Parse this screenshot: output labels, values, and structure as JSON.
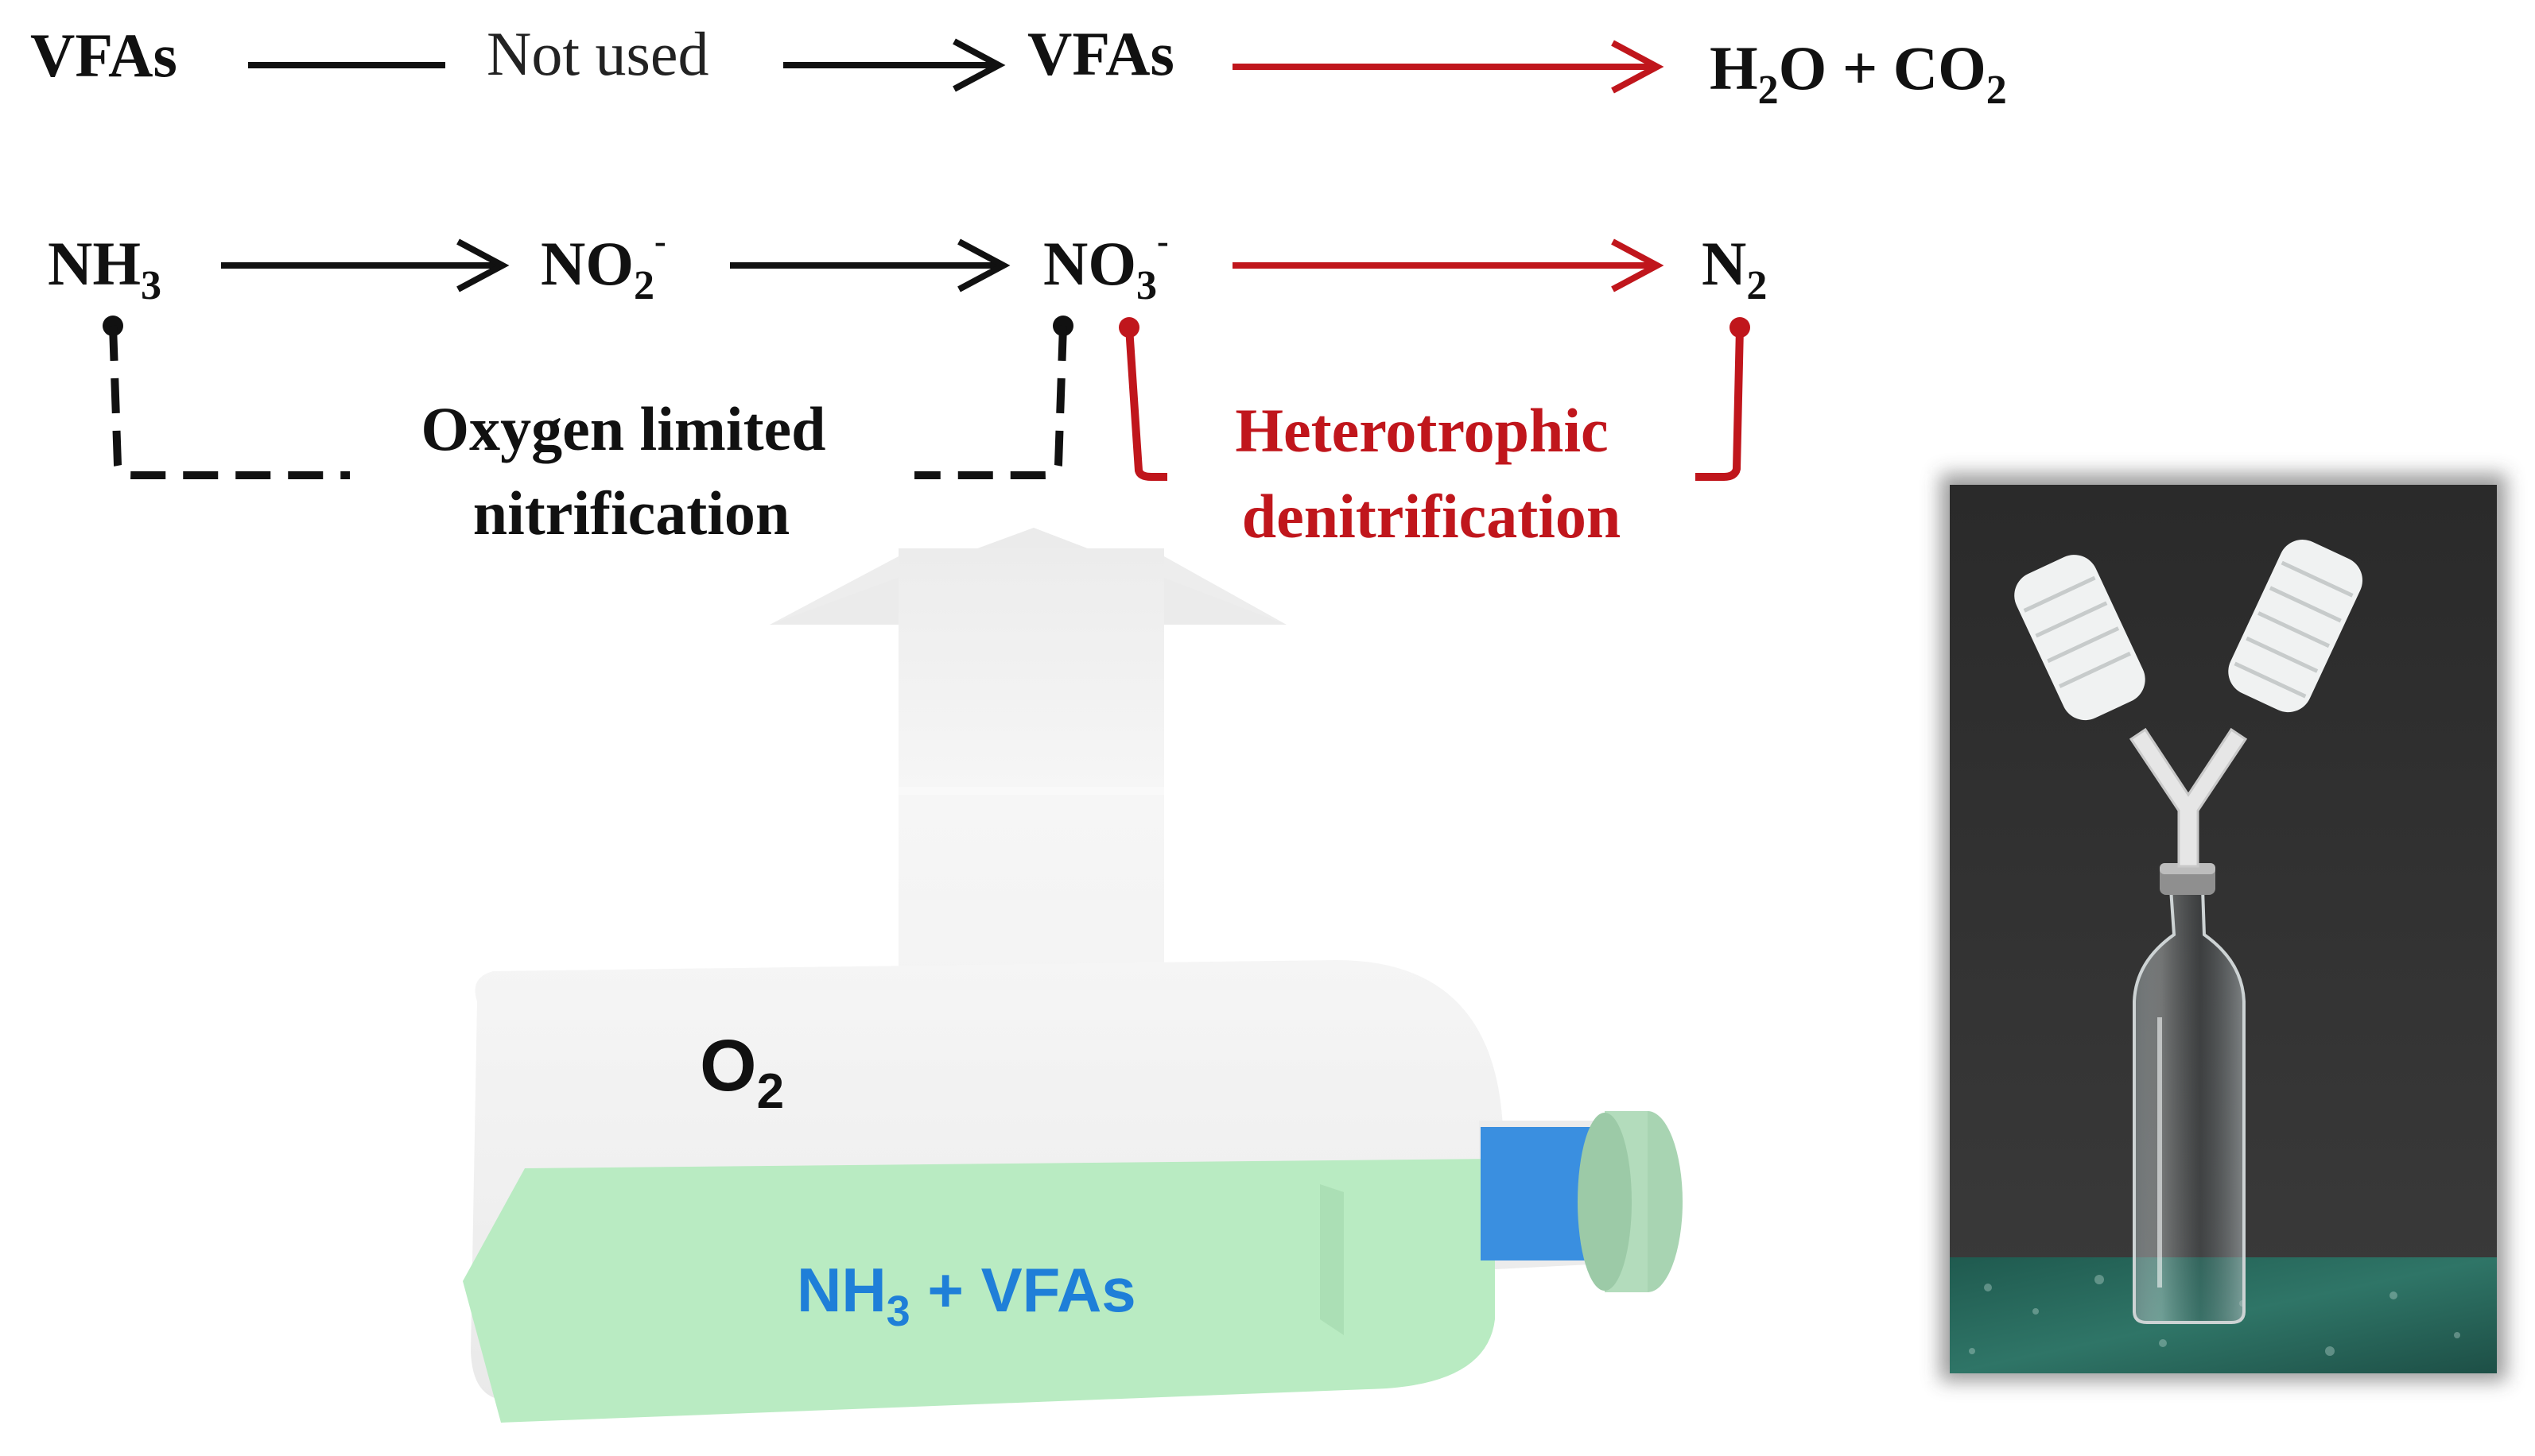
{
  "row1": {
    "vfa_start": "VFAs",
    "not_used": "Not used",
    "vfa_mid": "VFAs",
    "product_h": "H",
    "product_h_sub": "2",
    "product_o_plus_c": "O + CO",
    "product_c_sub": "2"
  },
  "row2": {
    "nh3_base": "NH",
    "nh3_sub": "3",
    "no2_base": "NO",
    "no2_sub": "2",
    "no2_sup": "-",
    "no3_base": "NO",
    "no3_sub": "3",
    "no3_sup": "-",
    "n2_base": "N",
    "n2_sub": "2"
  },
  "labels": {
    "nitrification_line1": "Oxygen limited",
    "nitrification_line2": "nitrification",
    "denitrification_line1": "Heterotrophic",
    "denitrification_line2": "denitrification"
  },
  "bottle": {
    "gas_base": "O",
    "gas_sub": "2",
    "liquid_a": "NH",
    "liquid_a_sub": "3",
    "liquid_b": " + VFAs"
  },
  "colors": {
    "black": "#111111",
    "red": "#c0161c",
    "liquid_green": "#b9ebc2",
    "cap_blue": "#3a8fe0",
    "cap_green": "#a8d4b2",
    "text_blue": "#1f7fd8"
  }
}
